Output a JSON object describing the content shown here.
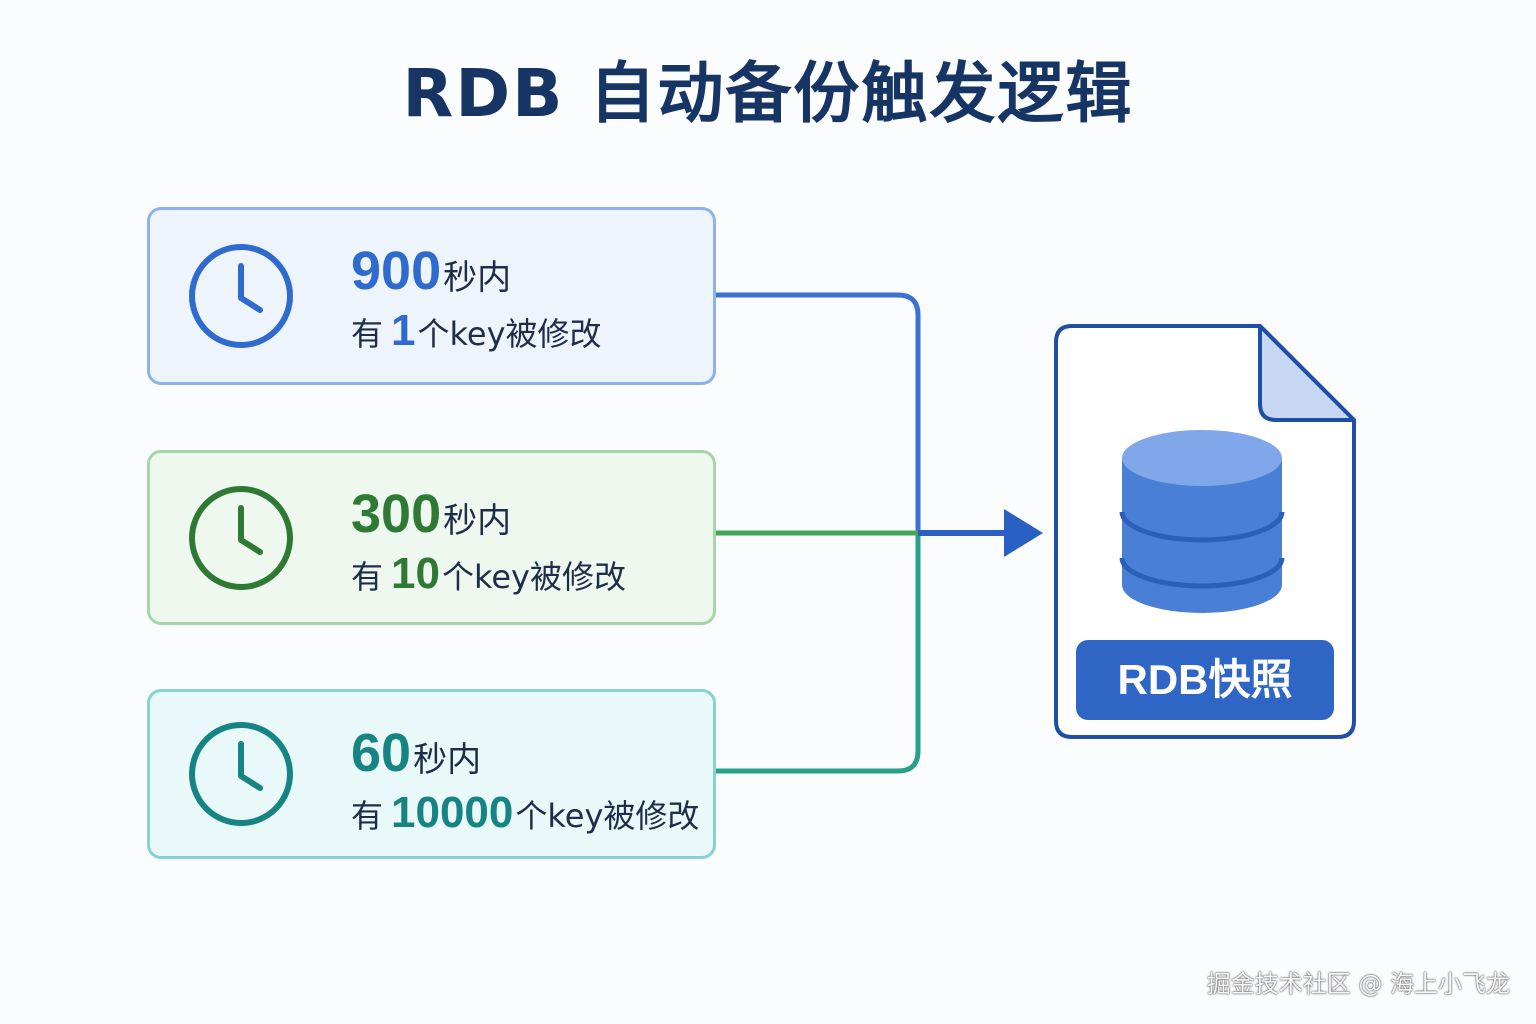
{
  "title": "RDB 自动备份触发逻辑",
  "rules": [
    {
      "seconds": "900",
      "seconds_suffix": "秒内",
      "prefix": "有",
      "keys": "1",
      "suffix": "个key被修改",
      "icon": "clock-icon",
      "accent": "#2f6bcf",
      "border": "#8fb2e8",
      "bg": "#eef4fc"
    },
    {
      "seconds": "300",
      "seconds_suffix": "秒内",
      "prefix": "有",
      "keys": "10",
      "suffix": "个key被修改",
      "icon": "clock-icon",
      "accent": "#2e7a34",
      "border": "#a6d6a8",
      "bg": "#eef8ee"
    },
    {
      "seconds": "60",
      "seconds_suffix": "秒内",
      "prefix": "有",
      "keys": "10000",
      "suffix": "个key被修改",
      "icon": "clock-icon",
      "accent": "#178484",
      "border": "#86d3d3",
      "bg": "#e9f8f8"
    }
  ],
  "target": {
    "label": "RDB快照",
    "icon": "database-file-icon",
    "color": "#2f66c6"
  },
  "watermark": "掘金技术社区 @ 海上小飞龙"
}
